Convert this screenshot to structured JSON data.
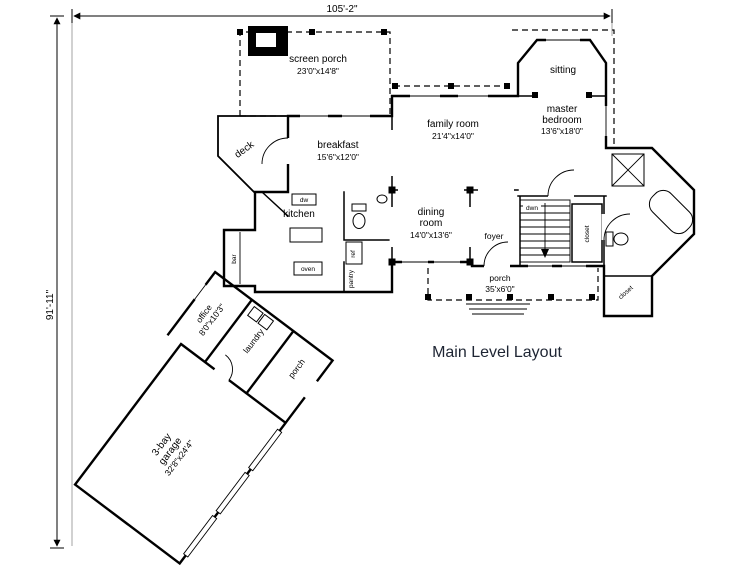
{
  "title": "Main Level Layout",
  "dimensions": {
    "overall_width": "105'-2\"",
    "overall_height": "91'-11\""
  },
  "rooms": {
    "screen_porch": {
      "name": "screen porch",
      "size": "23'0\"x14'8\""
    },
    "sitting": {
      "name": "sitting"
    },
    "family_room": {
      "name": "family room",
      "size": "21'4\"x14'0\""
    },
    "master_bedroom": {
      "line1": "master",
      "line2": "bedroom",
      "size": "13'6\"x18'0\""
    },
    "breakfast": {
      "name": "breakfast",
      "size": "15'6\"x12'0\""
    },
    "deck": {
      "name": "deck"
    },
    "kitchen": {
      "name": "kitchen"
    },
    "dining_room": {
      "line1": "dining",
      "line2": "room",
      "size": "14'0\"x13'6\""
    },
    "foyer": {
      "name": "foyer"
    },
    "front_porch": {
      "name": "porch",
      "size": "35'x6'0\""
    },
    "rear_porch": {
      "name": "porch"
    },
    "office": {
      "name": "office",
      "size": "8'0\"x10'3\""
    },
    "laundry": {
      "name": "laundry"
    },
    "pantry": {
      "name": "pantry"
    },
    "garage": {
      "line1": "3-bay",
      "line2": "garage",
      "size": "32'8\"x24'4\""
    },
    "closet_hall": {
      "name": "closet"
    },
    "closet_master": {
      "name": "closet"
    }
  },
  "fixtures": {
    "dishwasher": "dw",
    "oven": "oven",
    "bar": "bar",
    "refrigerator": "ref",
    "stairs": "dwn"
  }
}
